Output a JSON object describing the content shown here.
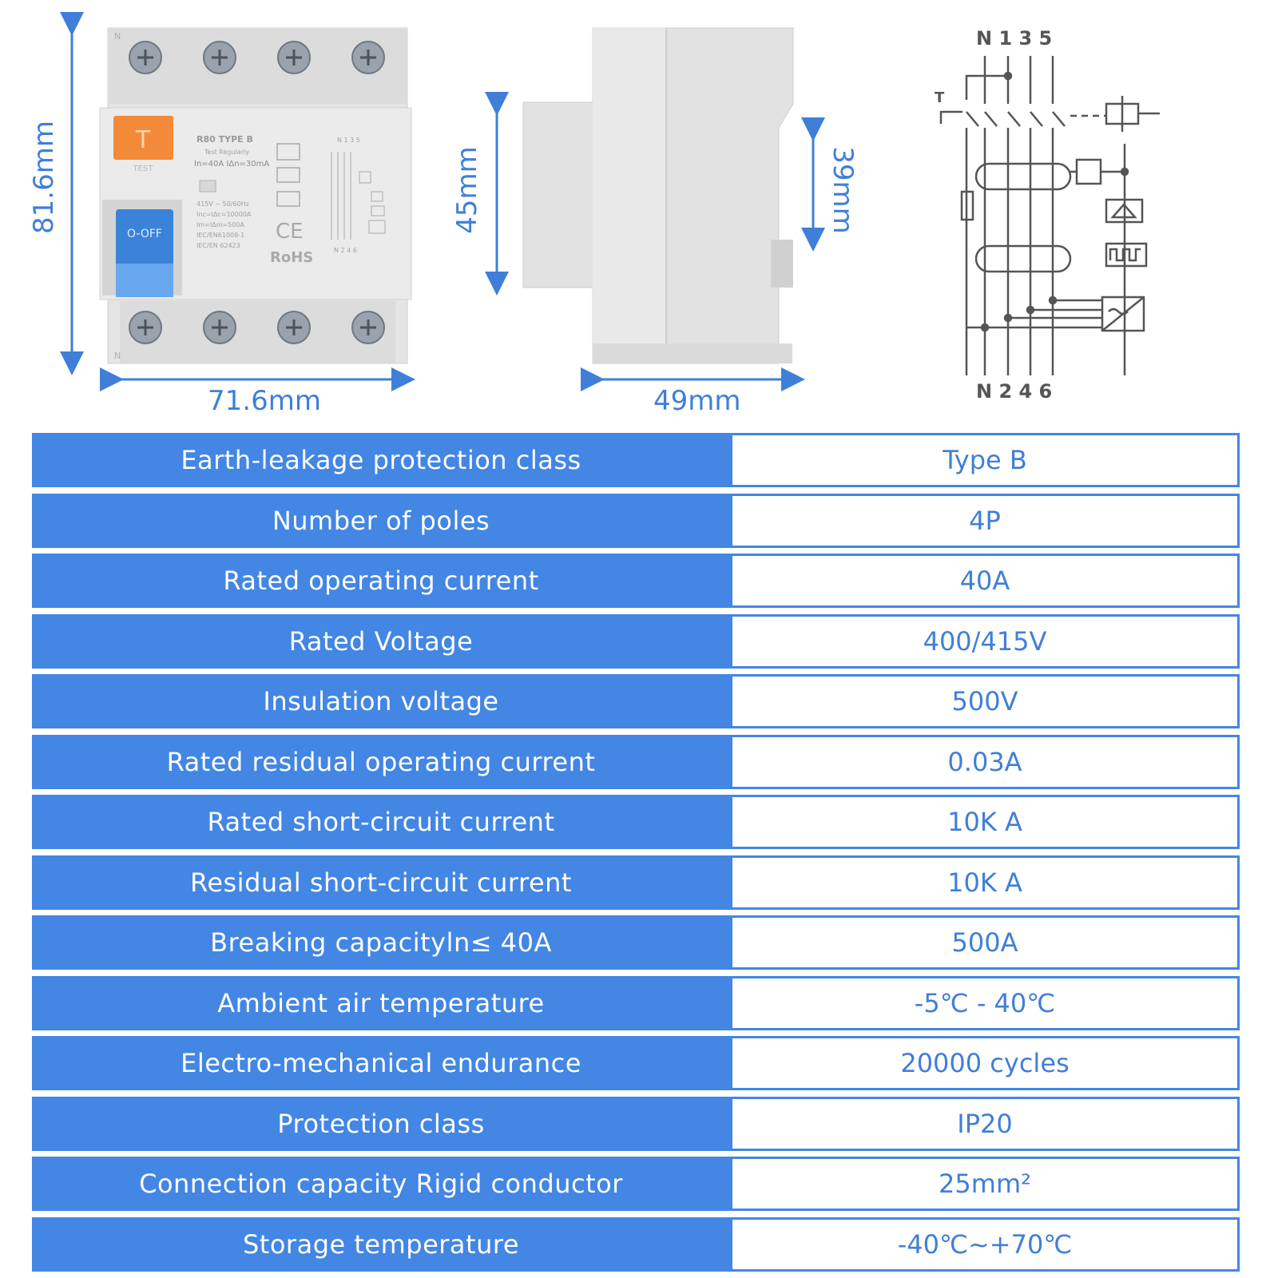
{
  "dimensions": {
    "front_height": "81.6mm",
    "front_width": "71.6mm",
    "side_height": "45mm",
    "side_inner_height": "39mm",
    "side_width": "49mm"
  },
  "device_labels": {
    "model": "R80  TYPE B",
    "test_note": "Test Regularly",
    "rating": "In=40A IΔn=30mA",
    "voltage": "415V ~ 50/60Hz",
    "inc": "Inc=IΔc=10000A",
    "im": "Im=IΔm=500A",
    "std1": "IEC/EN61008-1",
    "std2": "IEC/EN 62423",
    "switch": "O-OFF",
    "test_button": "T",
    "test_caption": "TEST",
    "ce": "CE",
    "rohs": "RoHS",
    "terminal_mark": "N",
    "mini_top": "N 1 3 5",
    "mini_bottom": "N 2 4 6"
  },
  "schematic": {
    "top_terminals": "N 1 3 5",
    "bottom_terminals": "N 2 4 6",
    "test_mark": "T"
  },
  "specs": [
    {
      "name": "Earth-leakage protection class",
      "value": "Type B"
    },
    {
      "name": "Number of poles",
      "value": "4P"
    },
    {
      "name": "Rated operating current",
      "value": "40A"
    },
    {
      "name": "Rated Voltage",
      "value": "400/415V"
    },
    {
      "name": "Insulation voltage",
      "value": "500V"
    },
    {
      "name": "Rated residual operating current",
      "value": "0.03A"
    },
    {
      "name": "Rated short-circuit current",
      "value": "10K A"
    },
    {
      "name": "Residual short-circuit current",
      "value": "10K A"
    },
    {
      "name": "Breaking capacityln≤ 40A",
      "value": "500A"
    },
    {
      "name": "Ambient air temperature",
      "value": "-5℃ - 40℃"
    },
    {
      "name": "Electro-mechanical endurance",
      "value": "20000 cycles"
    },
    {
      "name": "Protection class",
      "value": "IP20"
    },
    {
      "name": "Connection capacity Rigid conductor",
      "value": "25mm²"
    },
    {
      "name": "Storage temperature",
      "value": "-40℃~+70℃"
    }
  ],
  "colors": {
    "accent": "#4386e4",
    "dimension_text": "#3f7fd9",
    "device_body": "#e6e6e6",
    "test_button": "#f28a3a",
    "switch": "#4a90e2"
  }
}
